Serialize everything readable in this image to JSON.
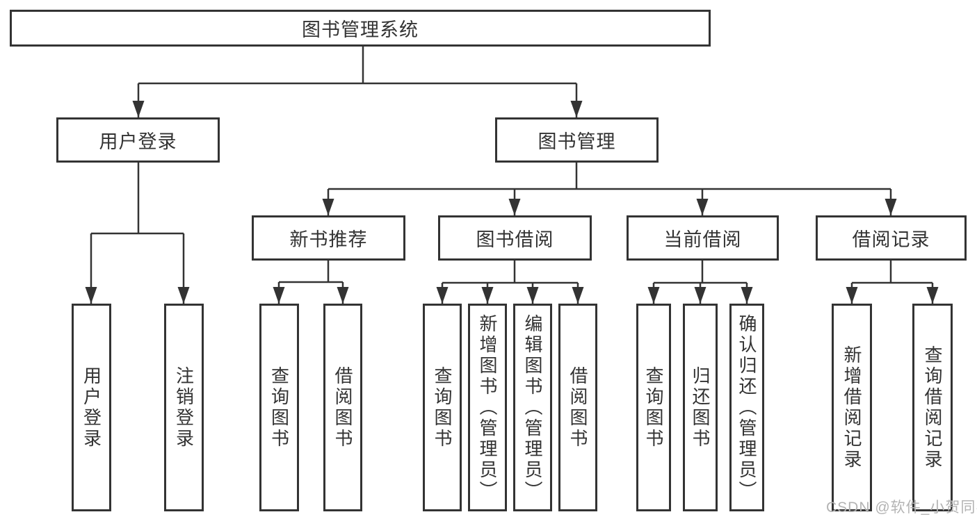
{
  "diagram": {
    "title": "图书管理系统",
    "type": "functional-structure-tree"
  },
  "nodes": {
    "root": {
      "label": "图书管理系统"
    },
    "user_login": {
      "label": "用户登录"
    },
    "book_mgmt": {
      "label": "图书管理"
    },
    "new_book_rec": {
      "label": "新书推荐"
    },
    "book_borrow": {
      "label": "图书借阅"
    },
    "current_borrow": {
      "label": "当前借阅"
    },
    "borrow_record": {
      "label": "借阅记录"
    },
    "leaf_user_login": {
      "label": "用户登录"
    },
    "leaf_logout": {
      "label": "注销登录"
    },
    "leaf_rec_query": {
      "label": "查询图书"
    },
    "leaf_rec_borrow": {
      "label": "借阅图书"
    },
    "leaf_bb_query": {
      "label": "查询图书"
    },
    "leaf_bb_add": {
      "label": "新增图书（管理员）"
    },
    "leaf_bb_edit": {
      "label": "编辑图书（管理员）"
    },
    "leaf_bb_borrow": {
      "label": "借阅图书"
    },
    "leaf_cb_query": {
      "label": "查询图书"
    },
    "leaf_cb_return": {
      "label": "归还图书"
    },
    "leaf_cb_confirm": {
      "label": "确认归还（管理员）"
    },
    "leaf_br_add": {
      "label": "新增借阅记录"
    },
    "leaf_br_query": {
      "label": "查询借阅记录"
    }
  },
  "watermark": {
    "text": "CSDN @软件_小贺同学",
    "color": "#b3b3b3"
  },
  "colors": {
    "line": "#333333",
    "border": "#333333",
    "text": "#333333",
    "background": "#ffffff"
  }
}
